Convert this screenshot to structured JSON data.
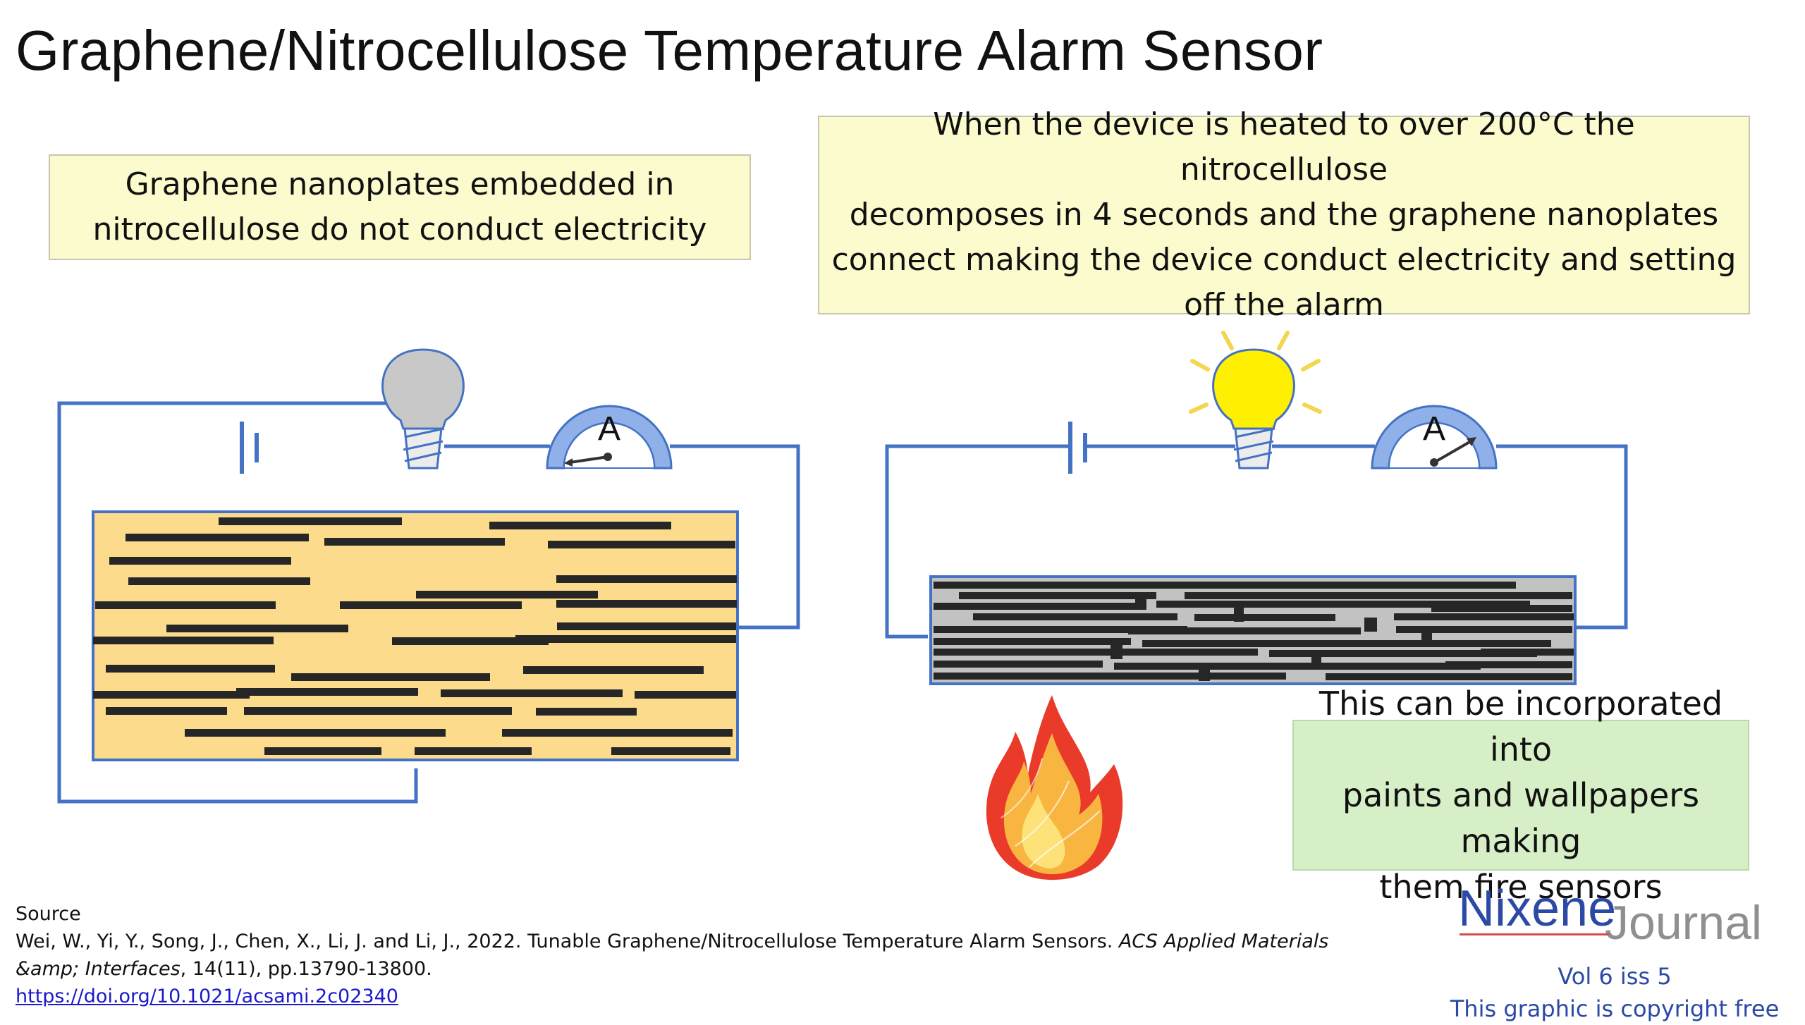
{
  "title": "Graphene/Nitrocellulose Temperature Alarm Sensor",
  "notes": {
    "left": {
      "line1": "Graphene nanoplates embedded in",
      "line2": "nitrocellulose do not conduct electricity"
    },
    "right": {
      "line1": "When the device is heated to over 200°C the nitrocellulose",
      "line2": "decomposes in 4 seconds and the graphene nanoplates",
      "line3": "connect making the device conduct electricity and setting",
      "line4": "off the alarm"
    },
    "bottom": {
      "line1": "This can be incorporated into",
      "line2": "paints and wallpapers making",
      "line3": "them fire sensors"
    }
  },
  "diagram": {
    "ammeter_label_left": "A",
    "ammeter_label_right": "A",
    "colors": {
      "wire": "#4472c4",
      "nitrocellulose": "#fcdc8c",
      "decomposed": "#c2c2c2",
      "graphene": "#262626",
      "bulb_off": "#c8c8c8",
      "bulb_on": "#ffef00",
      "ray": "#f2d64b",
      "ammeter": "#8fb0e8",
      "flame_outer": "#ea3a2a",
      "flame_inner": "#f8b540"
    },
    "icons": [
      "battery-icon",
      "bulb-off-icon",
      "bulb-on-icon",
      "ammeter-icon",
      "flame-icon"
    ]
  },
  "source": {
    "heading": "Source",
    "line1_plain": "Wei, W., Yi, Y., Song, J., Chen, X., Li, J. and Li, J., 2022. Tunable Graphene/Nitrocellulose Temperature Alarm Sensors. ",
    "line1_italic": "ACS Applied Materials",
    "line2_italic": "&amp; Interfaces",
    "line2_plain": ", 14(11), pp.13790-13800.",
    "link": "https://doi.org/10.1021/acsami.2c02340"
  },
  "logo": {
    "nixene": "Nixene",
    "journal": "Journal"
  },
  "footer": {
    "volume": "Vol 6 iss 5",
    "copyright": "This graphic is copyright free"
  }
}
